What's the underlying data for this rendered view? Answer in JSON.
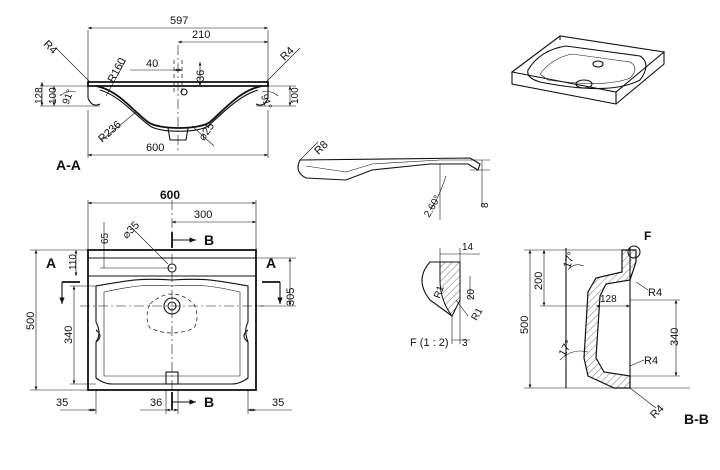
{
  "section_aa": {
    "title": "A-A",
    "dim_597": "597",
    "dim_210": "210",
    "dim_40": "40",
    "dim_36": "36",
    "dim_600": "600",
    "dim_128": "128",
    "dim_100_left": "100",
    "dim_100_right": "100",
    "r4_left": "R4",
    "r4_right": "R4",
    "r160": "R160",
    "r236": "R236",
    "d25": "⌀25",
    "angle_left": "91°",
    "angle_right": "91°"
  },
  "detail_r8": {
    "r8": "R8",
    "angle": "2.60°",
    "dim_8": "8"
  },
  "plan_view": {
    "dim_600": "600",
    "dim_300": "300",
    "d35": "⌀35",
    "dim_65": "65",
    "dim_110": "110",
    "dim_500": "500",
    "dim_340": "340",
    "dim_305": "305",
    "dim_35_left": "35",
    "dim_36": "36",
    "dim_35_right": "35",
    "a_left": "A",
    "a_right": "A",
    "b_top": "B",
    "b_bottom": "B"
  },
  "detail_f": {
    "title": "F (1 : 2)",
    "dim_14": "14",
    "dim_20": "20",
    "r1_a": "R1",
    "r1_b": "R1",
    "dim_3": "3"
  },
  "section_bb": {
    "title": "B-B",
    "f_label": "F",
    "dim_200": "200",
    "dim_500": "500",
    "dim_128": "128",
    "dim_340": "340",
    "r4_a": "R4",
    "r4_b": "R4",
    "r4_c": "R4",
    "angle_top": "17°",
    "angle_bottom": "17°"
  }
}
